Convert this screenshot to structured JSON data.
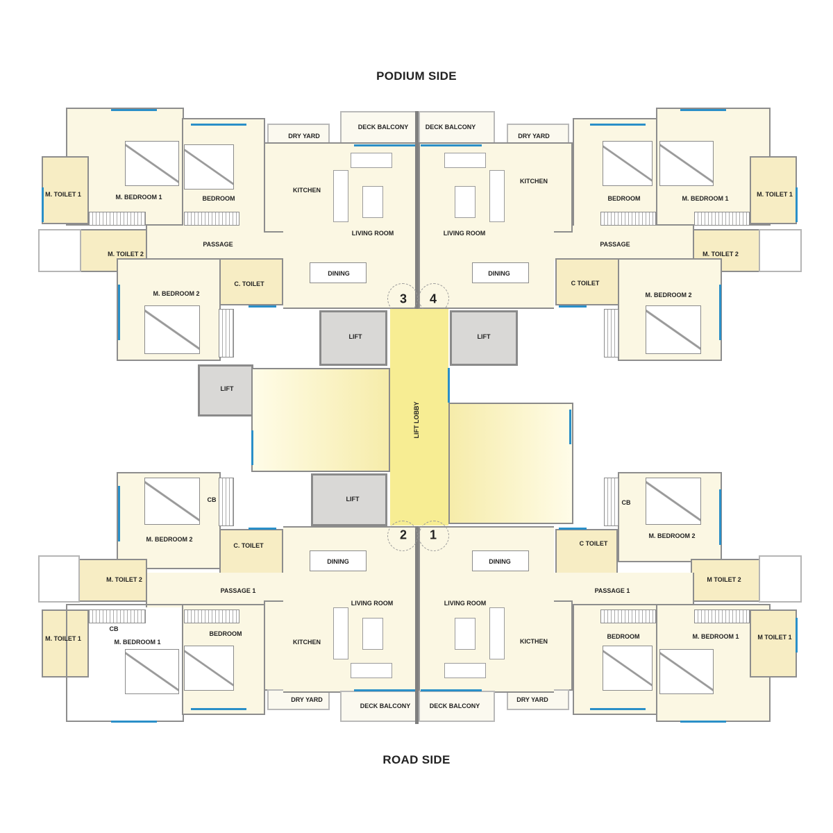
{
  "orientation": {
    "top": "PODIUM SIDE",
    "bottom": "ROAD SIDE"
  },
  "flat_numbers": [
    "3",
    "4",
    "2",
    "1"
  ],
  "core": {
    "lift_lobby": "LIFT LOBBY",
    "lift_label": "LIFT",
    "lift_count": 4
  },
  "flats": {
    "flat3": {
      "number": "3",
      "rooms": {
        "m_toilet_1": "M. TOILET 1",
        "m_bedroom_1": "M. BEDROOM 1",
        "bedroom": "BEDROOM",
        "dry_yard": "DRY YARD",
        "kitchen": "KITCHEN",
        "deck_balcony": "DECK BALCONY",
        "living_room": "LIVING ROOM",
        "passage": "PASSAGE",
        "m_toilet_2": "M. TOILET 2",
        "dining": "DINING",
        "c_toilet": "C. TOILET",
        "m_bedroom_2": "M. BEDROOM 2"
      }
    },
    "flat4": {
      "number": "4",
      "rooms": {
        "deck_balcony": "DECK BALCONY",
        "dry_yard": "DRY YARD",
        "kitchen": "KITCHEN",
        "living_room": "LIVING ROOM",
        "dining": "DINING",
        "bedroom": "BEDROOM",
        "m_bedroom_1": "M. BEDROOM 1",
        "m_toilet_1": "M. TOILET 1",
        "passage": "PASSAGE",
        "m_toilet_2": "M. TOILET 2",
        "c_toilet": "C TOILET",
        "m_bedroom_2": "M. BEDROOM 2"
      }
    },
    "flat2": {
      "number": "2",
      "rooms": {
        "cb_1": "CB",
        "m_bedroom_2": "M. BEDROOM 2",
        "c_toilet": "C. TOILET",
        "dining": "DINING",
        "m_toilet_2": "M. TOILET 2",
        "passage_1": "PASSAGE 1",
        "living_room": "LIVING ROOM",
        "m_toilet_1": "M. TOILET 1",
        "cb_2": "CB",
        "bedroom": "BEDROOM",
        "m_bedroom_1": "M. BEDROOM 1",
        "kitchen": "KITCHEN",
        "dry_yard": "DRY YARD",
        "deck_balcony": "DECK BALCONY"
      }
    },
    "flat1": {
      "number": "1",
      "rooms": {
        "cb": "CB",
        "m_bedroom_2": "M. BEDROOM 2",
        "c_toilet": "C TOILET",
        "dining": "DINING",
        "m_toilet_2": "M TOILET 2",
        "passage_1": "PASSAGE 1",
        "living_room": "LIVING ROOM",
        "bedroom": "BEDROOM",
        "m_bedroom_1": "M. BEDROOM 1",
        "m_toilet_1": "M TOILET 1",
        "kitchen": "KICTHEN",
        "dry_yard": "DRY YARD",
        "deck_balcony": "DECK BALCONY"
      }
    }
  },
  "colors": {
    "room_fill": "#fbf7e3",
    "toilet_fill": "#f7edc4",
    "lobby_fill": "#f7ed93",
    "lift_fill": "#d9d8d6",
    "wall": "#7f7f7f",
    "window": "#2a8fc8"
  }
}
